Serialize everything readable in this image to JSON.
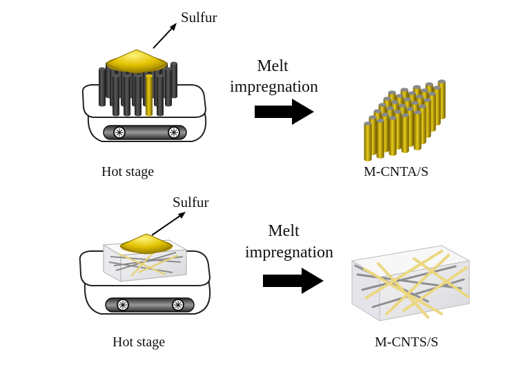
{
  "top_row": {
    "sulfur_label": "Sulfur",
    "stage_label": "Hot stage",
    "process_line1": "Melt",
    "process_line2": "impregnation",
    "product_label": "M-CNTA/S"
  },
  "bottom_row": {
    "sulfur_label": "Sulfur",
    "stage_label": "Hot stage",
    "process_line1": "Melt",
    "process_line2": "impregnation",
    "product_label": "M-CNTS/S"
  },
  "colors": {
    "sulfur_gold": "#e2c200",
    "sulfur_gold_dark": "#9a8000",
    "cnt_dark": "#3a3a3a",
    "arrow": "#000000"
  }
}
